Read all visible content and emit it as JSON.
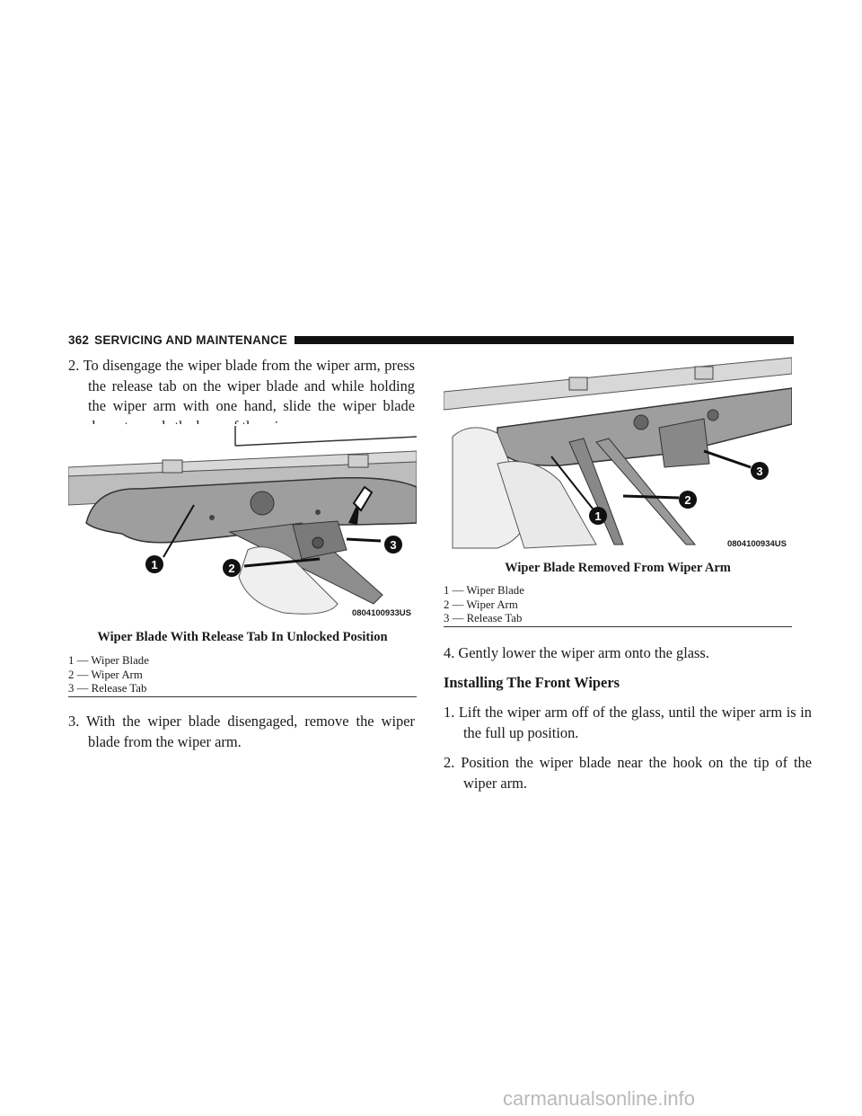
{
  "header": {
    "page_number": "362",
    "section": "SERVICING AND MAINTENANCE"
  },
  "left_column": {
    "step2": {
      "number": "2.",
      "text": "To disengage the wiper blade from the wiper arm, press the release tab on the wiper blade and while holding the wiper arm with one hand, slide the wiper blade down towards the base of the wiper arm."
    },
    "figure1": {
      "code": "0804100933US",
      "callouts": [
        "1",
        "2",
        "3"
      ],
      "caption": "Wiper Blade With Release Tab In Unlocked Position",
      "legend": [
        "1 — Wiper Blade",
        "2 — Wiper Arm",
        "3 — Release Tab"
      ]
    },
    "step3": {
      "number": "3.",
      "text": "With the wiper blade disengaged, remove the wiper blade from the wiper arm."
    }
  },
  "right_column": {
    "figure2": {
      "code": "0804100934US",
      "callouts": [
        "1",
        "2",
        "3"
      ],
      "caption": "Wiper Blade Removed From Wiper Arm",
      "legend": [
        "1 — Wiper Blade",
        "2 — Wiper Arm",
        "3 — Release Tab"
      ]
    },
    "step4": {
      "number": "4.",
      "text": "Gently lower the wiper arm onto the glass."
    },
    "subheading": "Installing The Front Wipers",
    "step1": {
      "number": "1.",
      "text": "Lift the wiper arm off of the glass, until the wiper arm is in the full up position."
    },
    "step2": {
      "number": "2.",
      "text": "Position the wiper blade near the hook on the tip of the wiper arm."
    }
  },
  "watermark": "carmanualsonline.info"
}
